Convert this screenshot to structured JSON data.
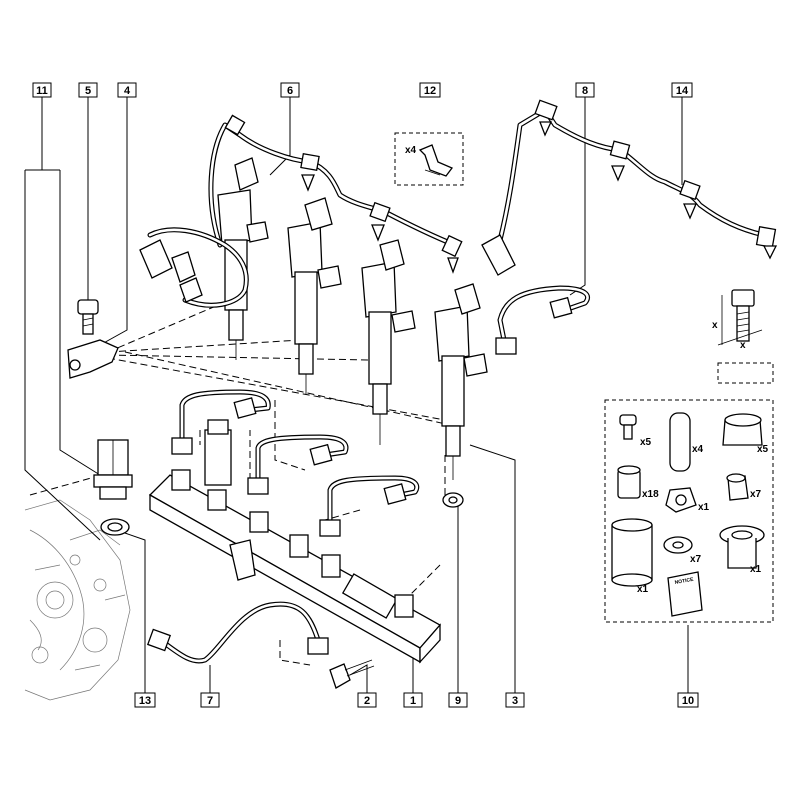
{
  "callouts": {
    "c1": "1",
    "c2": "2",
    "c3": "3",
    "c4": "4",
    "c5": "5",
    "c6": "6",
    "c7": "7",
    "c8": "8",
    "c9": "9",
    "c10": "10",
    "c11": "11",
    "c12": "12",
    "c13": "13",
    "c14": "14"
  },
  "kit12": {
    "qty": "x4"
  },
  "dims": {
    "x1": "x",
    "x2": "x"
  },
  "kit10": {
    "q_screw": "x5",
    "q_pin": "x4",
    "q_nut": "x5",
    "q_clip": "x18",
    "q_hex": "x1",
    "q_cap": "x7",
    "q_washer": "x7",
    "q_can": "x1",
    "q_sleeve": "x1",
    "booklet": "NOTICE"
  }
}
